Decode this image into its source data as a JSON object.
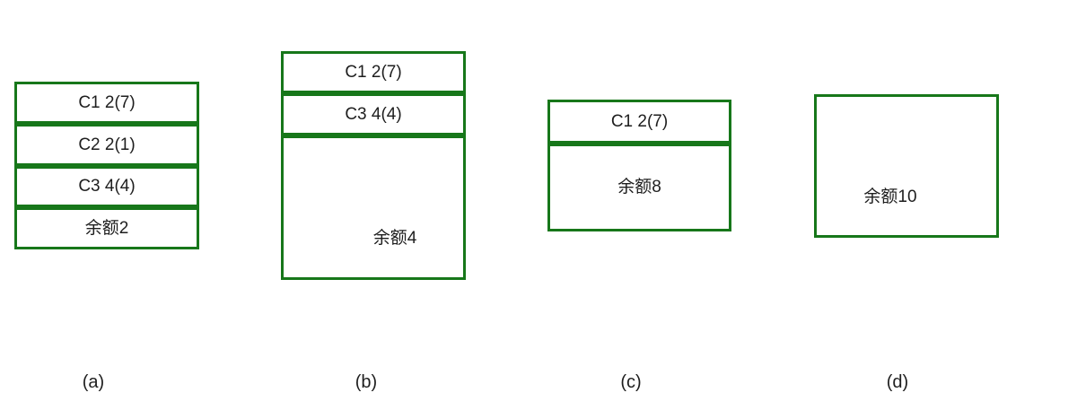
{
  "diagram": {
    "colors": {
      "border": "#17771a",
      "text": "#1e1e1e"
    },
    "groups": [
      {
        "label": "(a)",
        "segments": [
          {
            "text": "C1 2(7)"
          },
          {
            "text": "C2 2(1)"
          },
          {
            "text": "C3 4(4)"
          },
          {
            "text": "余额2"
          }
        ]
      },
      {
        "label": "(b)",
        "segments": [
          {
            "text": "C1 2(7)"
          },
          {
            "text": "C3 4(4)"
          },
          {
            "text": "余额4"
          }
        ]
      },
      {
        "label": "(c)",
        "segments": [
          {
            "text": "C1 2(7)"
          },
          {
            "text": "余额8"
          }
        ]
      },
      {
        "label": "(d)",
        "segments": [
          {
            "text": "余额10"
          }
        ]
      }
    ]
  }
}
